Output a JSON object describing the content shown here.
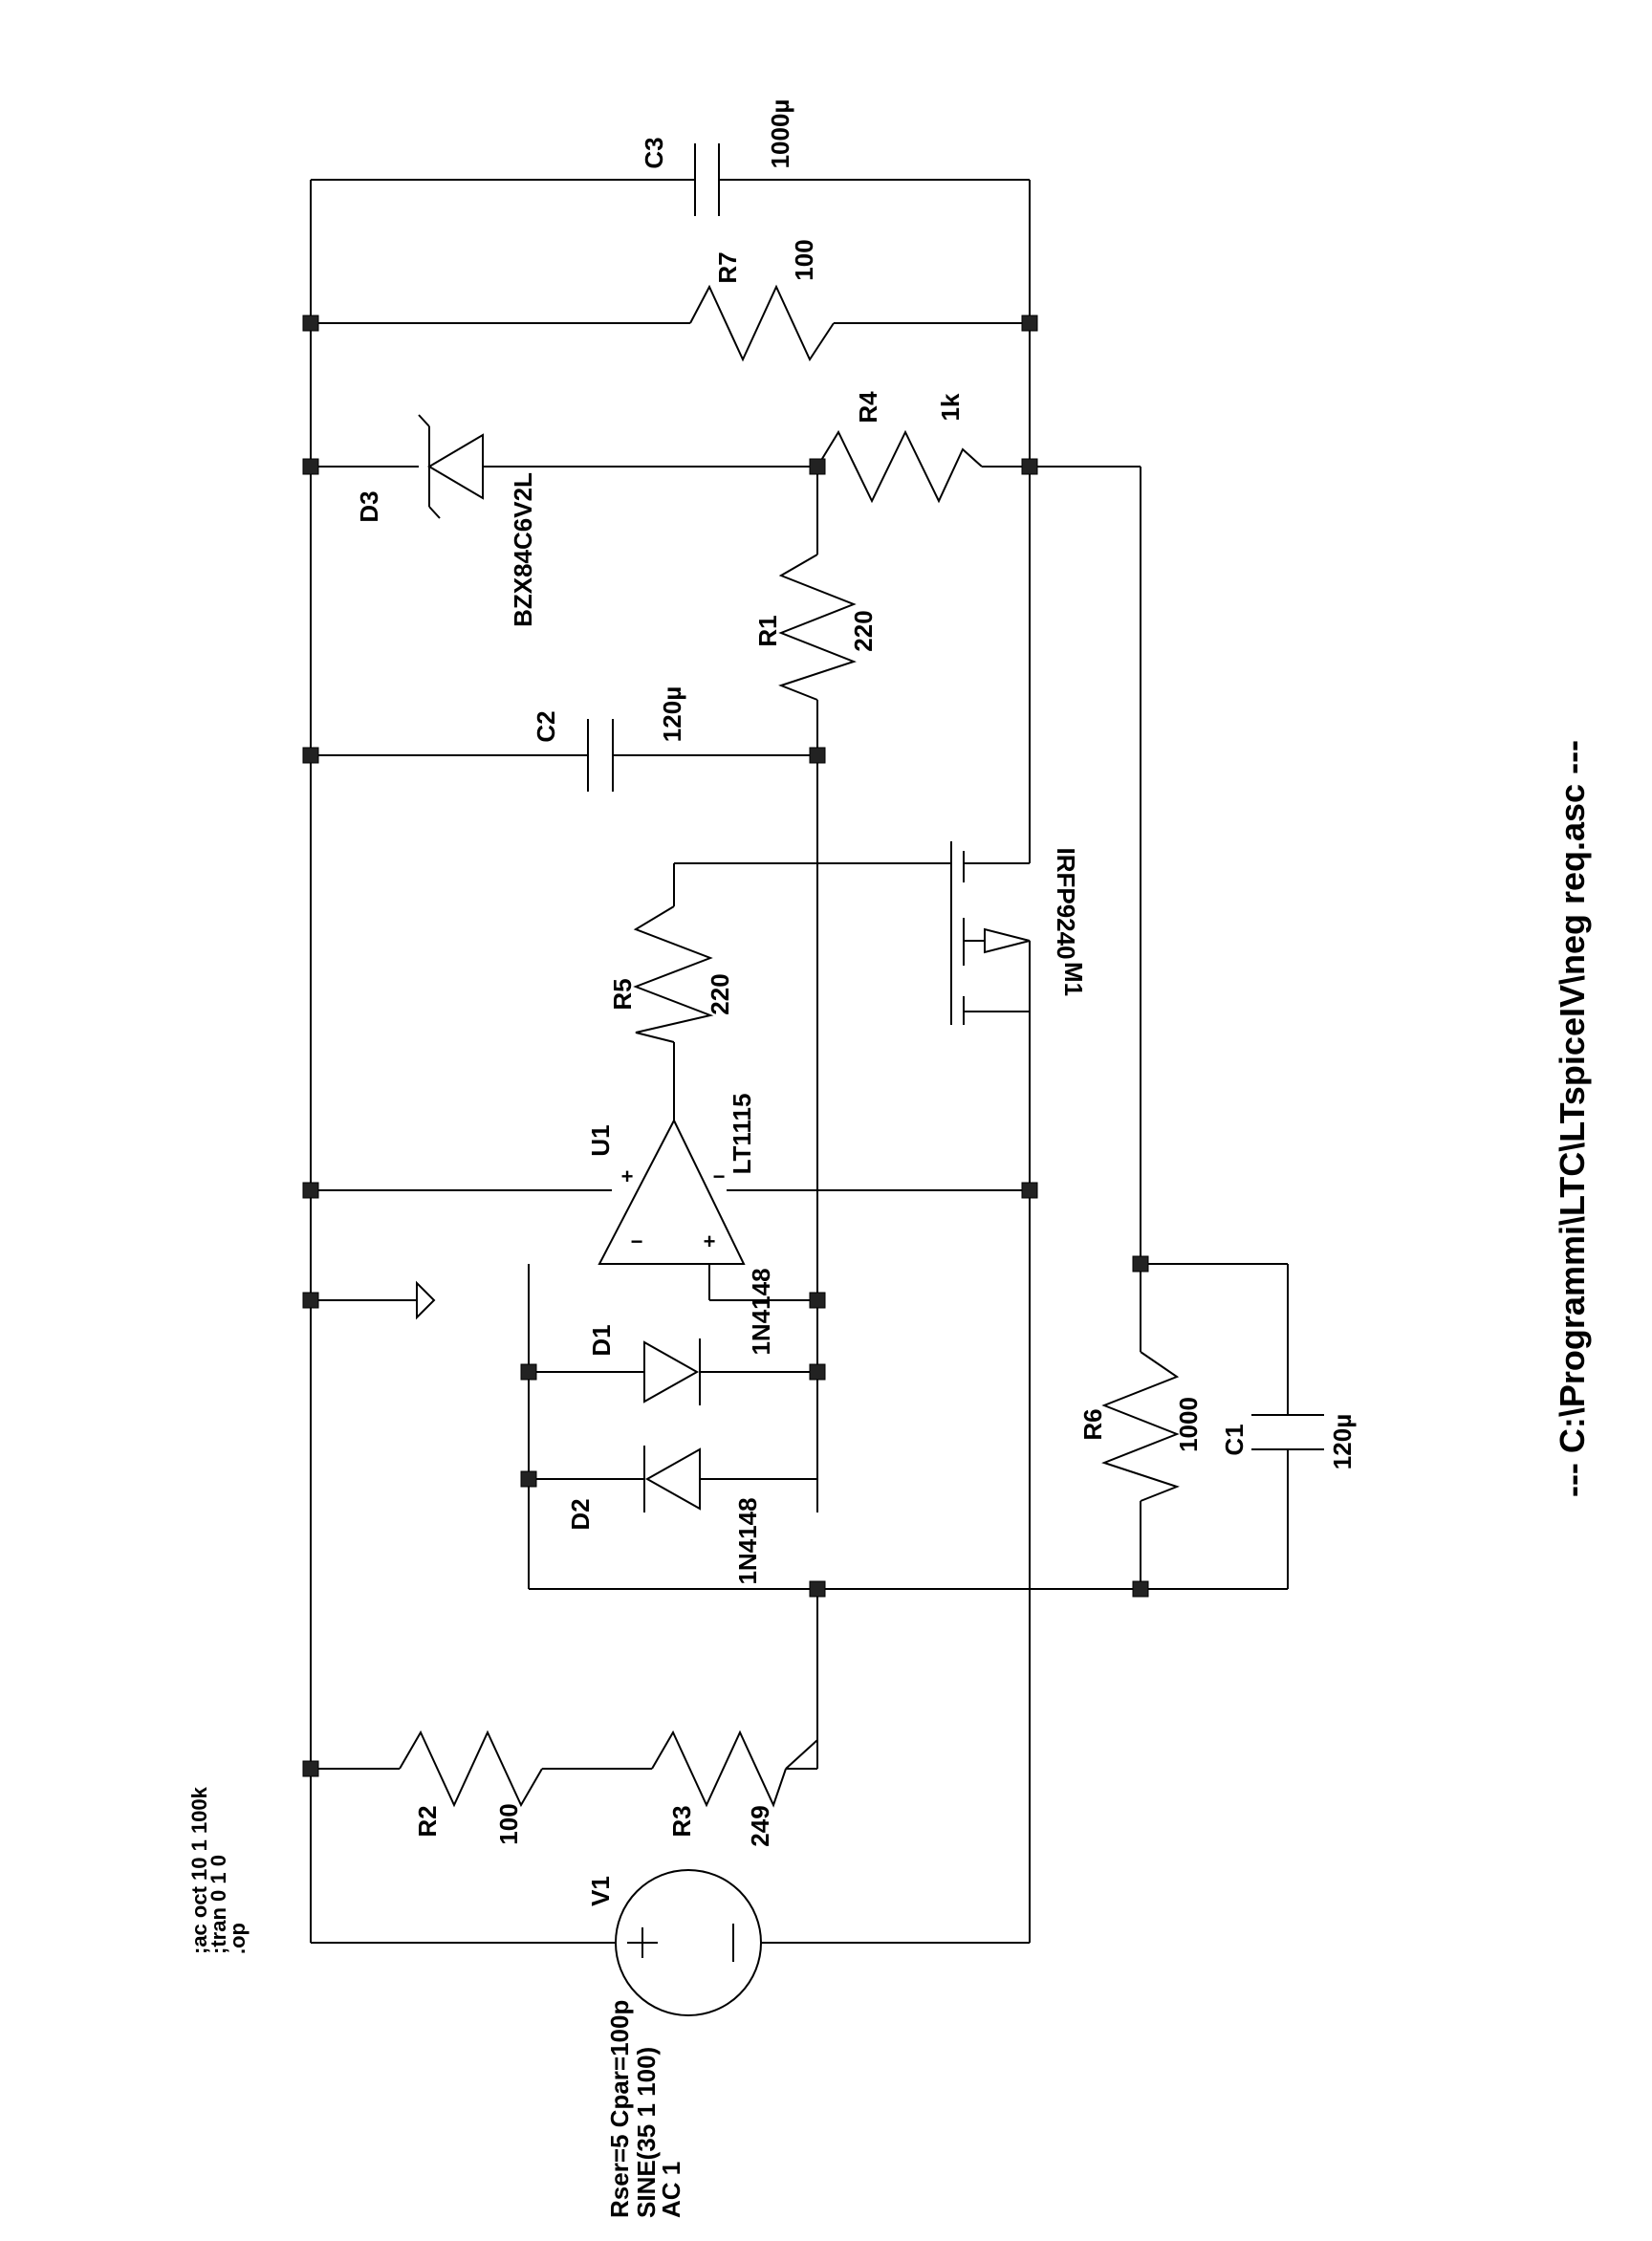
{
  "title": "---  C:\\Programmi\\LTC\\LTspiceIV\\neg  req.asc  ---",
  "directives": [
    ";ac oct 10 1 100k",
    ";tran 0 1 0",
    ".op"
  ],
  "components": {
    "C3": {
      "ref": "C3",
      "value": "1000µ"
    },
    "R7": {
      "ref": "R7",
      "value": "100"
    },
    "R4": {
      "ref": "R4",
      "value": "1k"
    },
    "D3": {
      "ref": "D3",
      "value": "BZX84C6V2L"
    },
    "R1": {
      "ref": "R1",
      "value": "220"
    },
    "C2": {
      "ref": "C2",
      "value": "120µ"
    },
    "M1": {
      "ref": "M1",
      "value": "IRFP9240"
    },
    "R5": {
      "ref": "R5",
      "value": "220"
    },
    "U1": {
      "ref": "U1",
      "value": "LT1115"
    },
    "D1": {
      "ref": "D1",
      "value": "1N4148"
    },
    "D2": {
      "ref": "D2",
      "value": "1N4148"
    },
    "R6": {
      "ref": "R6",
      "value": "1000"
    },
    "C1": {
      "ref": "C1",
      "value": "120µ"
    },
    "R2": {
      "ref": "R2",
      "value": "100"
    },
    "R3": {
      "ref": "R3",
      "value": "249"
    },
    "V1": {
      "ref": "V1",
      "source": [
        "SINE(35 1 100)",
        "AC 1"
      ],
      "parasitics": "Rser=5 Cpar=100p"
    }
  },
  "opamp_pins": {
    "plus": "+",
    "minus": "−"
  }
}
